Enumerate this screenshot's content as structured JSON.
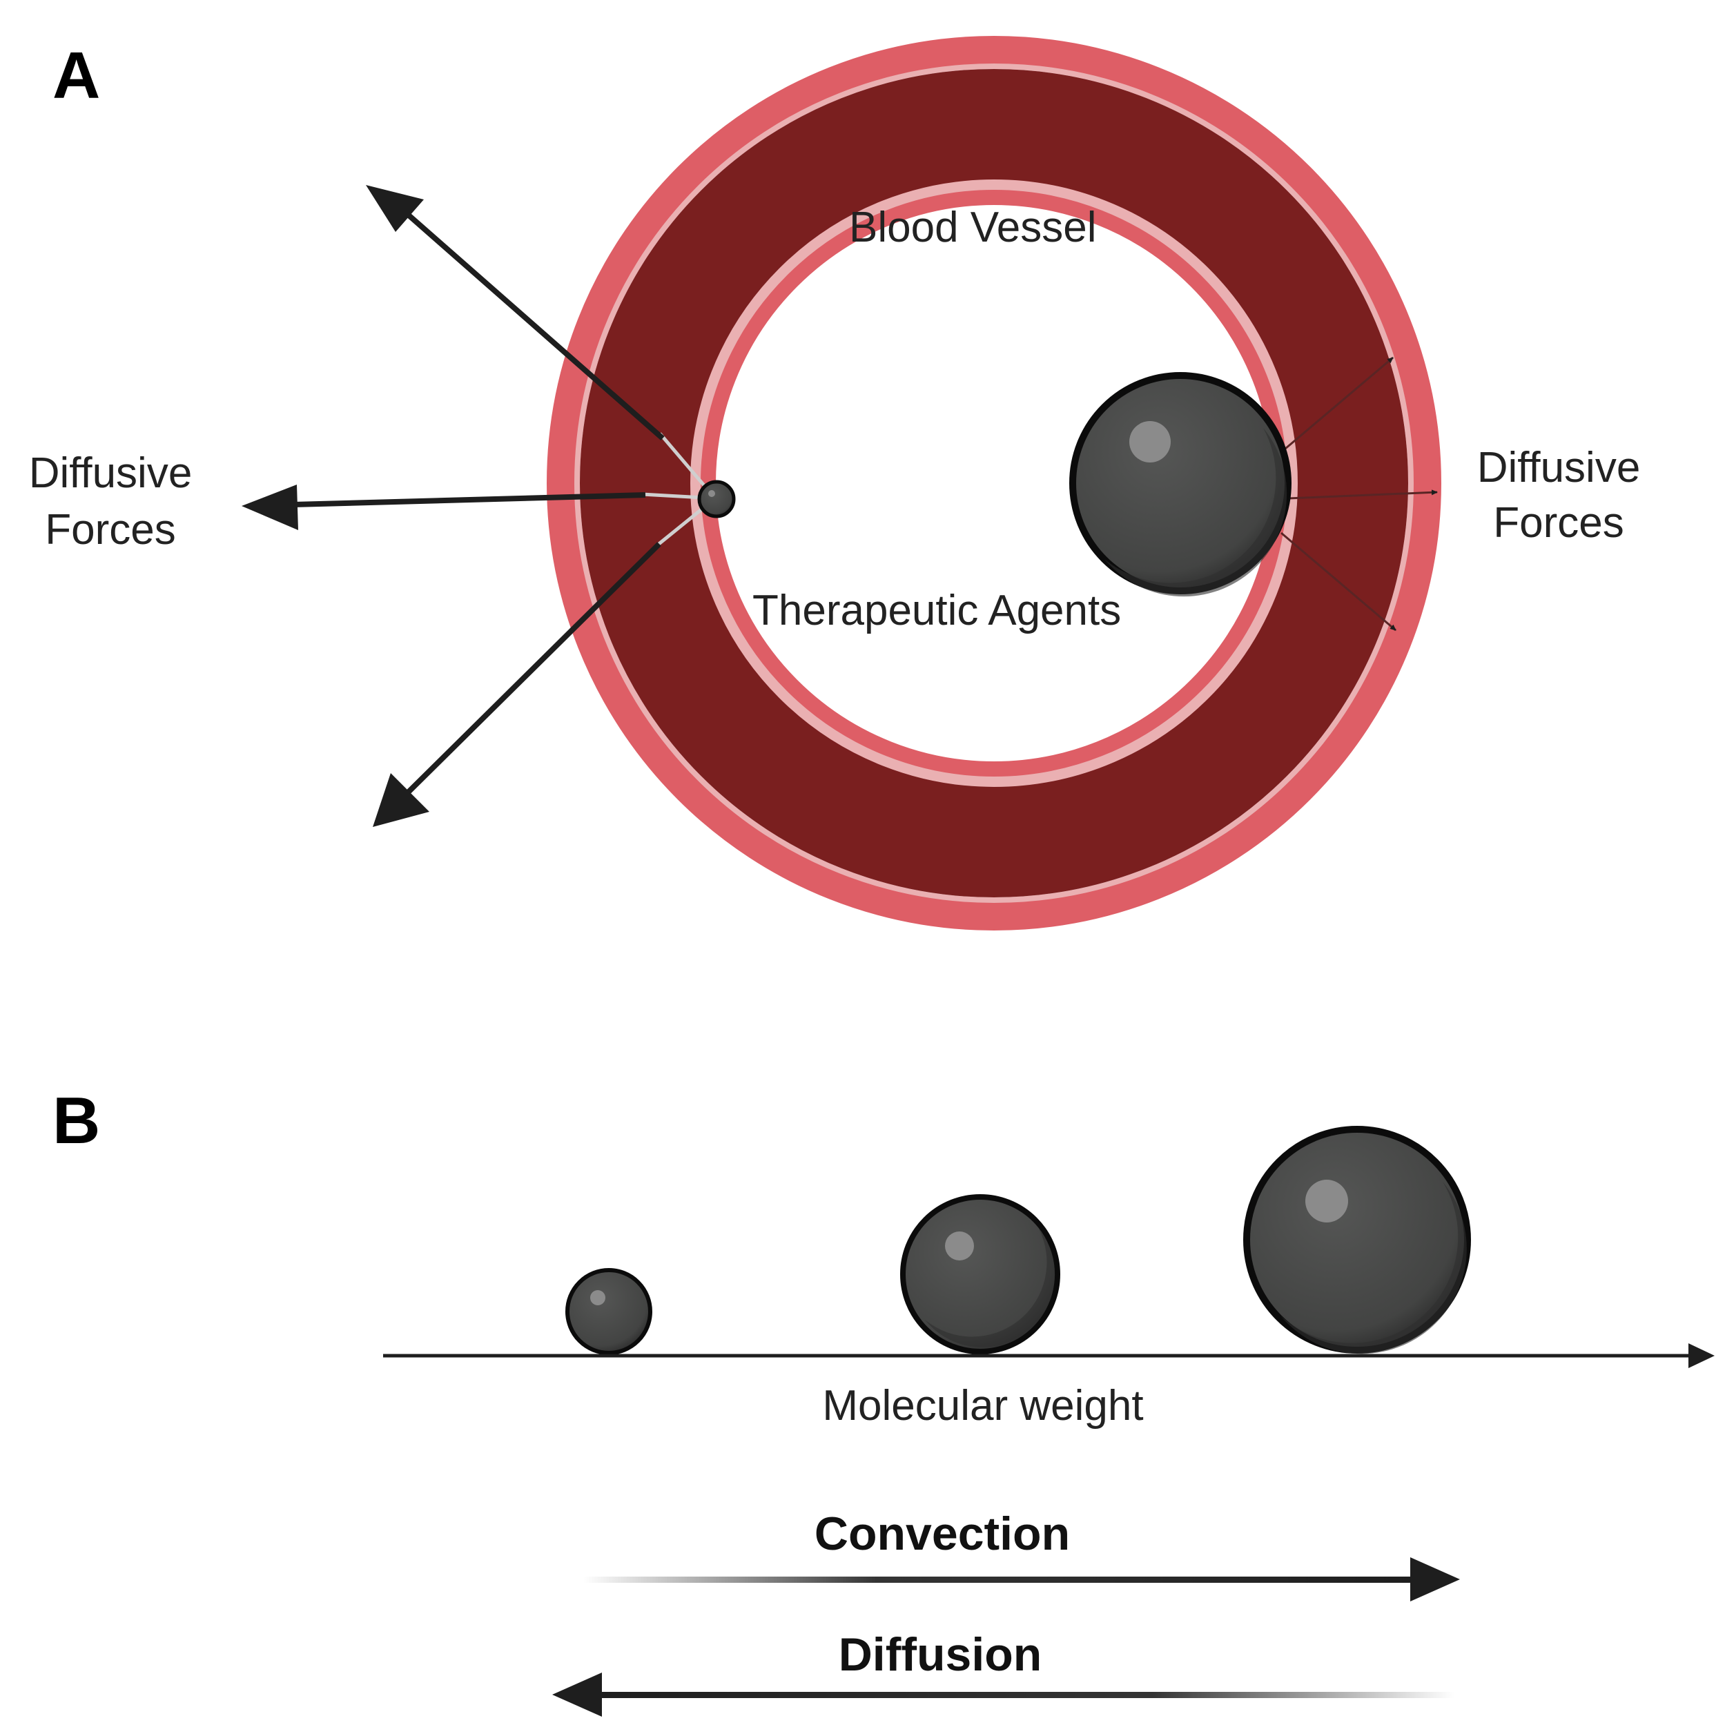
{
  "panel_a": {
    "letter": "A",
    "vessel_label": "Blood Vessel",
    "agents_label": "Therapeutic Agents",
    "left_force_label": [
      "Diffusive",
      "Forces"
    ],
    "right_force_label": [
      "Diffusive",
      "Forces"
    ]
  },
  "panel_b": {
    "letter": "B",
    "axis_label": "Molecular weight",
    "convection_label": "Convection",
    "diffusion_label": "Diffusion"
  },
  "colors": {
    "vessel_wall": "#7a1f1f",
    "vessel_rim": "#de5e66",
    "vessel_highlight": "#eab0b2",
    "sphere_body": "#474847",
    "sphere_outline": "#0b0b0b",
    "arrow": "#1e1e1e"
  }
}
